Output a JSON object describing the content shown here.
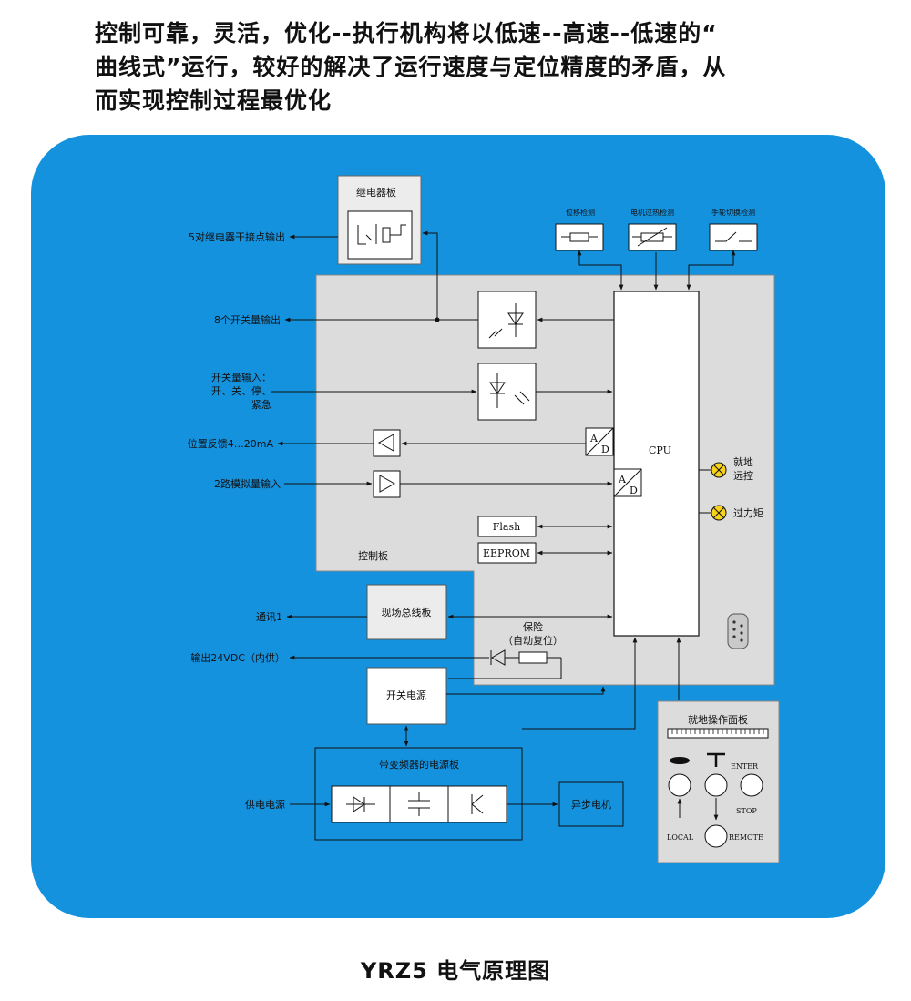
{
  "headline": {
    "line1": "控制可靠，灵活，优化--执行机构将以低速--高速--低速的“",
    "line2": "曲线式”运行，较好的解决了运行速度与定位精度的矛盾，从",
    "line3": "而实现控制过程最优化"
  },
  "caption": "YRZ5 电气原理图",
  "diagram": {
    "relay_board": "继电器板",
    "relay_output": "5对继电器干接点输出",
    "switch_output": "8个开关量输出",
    "switch_input": [
      "开关量输入：",
      "开、关、停、",
      "紧急"
    ],
    "position_feedback": "位置反馈4…20mA",
    "analog_input": "2路模拟量输入",
    "sensor_labels": [
      "位移检测",
      "电机过热检测",
      "手轮切换检测"
    ],
    "cpu": "CPU",
    "ad": [
      "A",
      "D"
    ],
    "flash": "Flash",
    "eeprom": "EEPROM",
    "control_board": "控制板",
    "fieldbus_board": "现场总线板",
    "comm": "通讯1",
    "output_24v": "输出24VDC（内供）",
    "fuse": [
      "保险",
      "（自动复位）"
    ],
    "switching_psu": "开关电源",
    "inverter_board": "带变频器的电源板",
    "power_supply": "供电电源",
    "motor": "异步电机",
    "indicators": [
      [
        "就地",
        "远控"
      ],
      [
        "过力矩"
      ]
    ],
    "local_panel": {
      "title": "就地操作面板",
      "enter": "ENTER",
      "stop": "STOP",
      "local": "LOCAL",
      "remote": "REMOTE"
    }
  }
}
